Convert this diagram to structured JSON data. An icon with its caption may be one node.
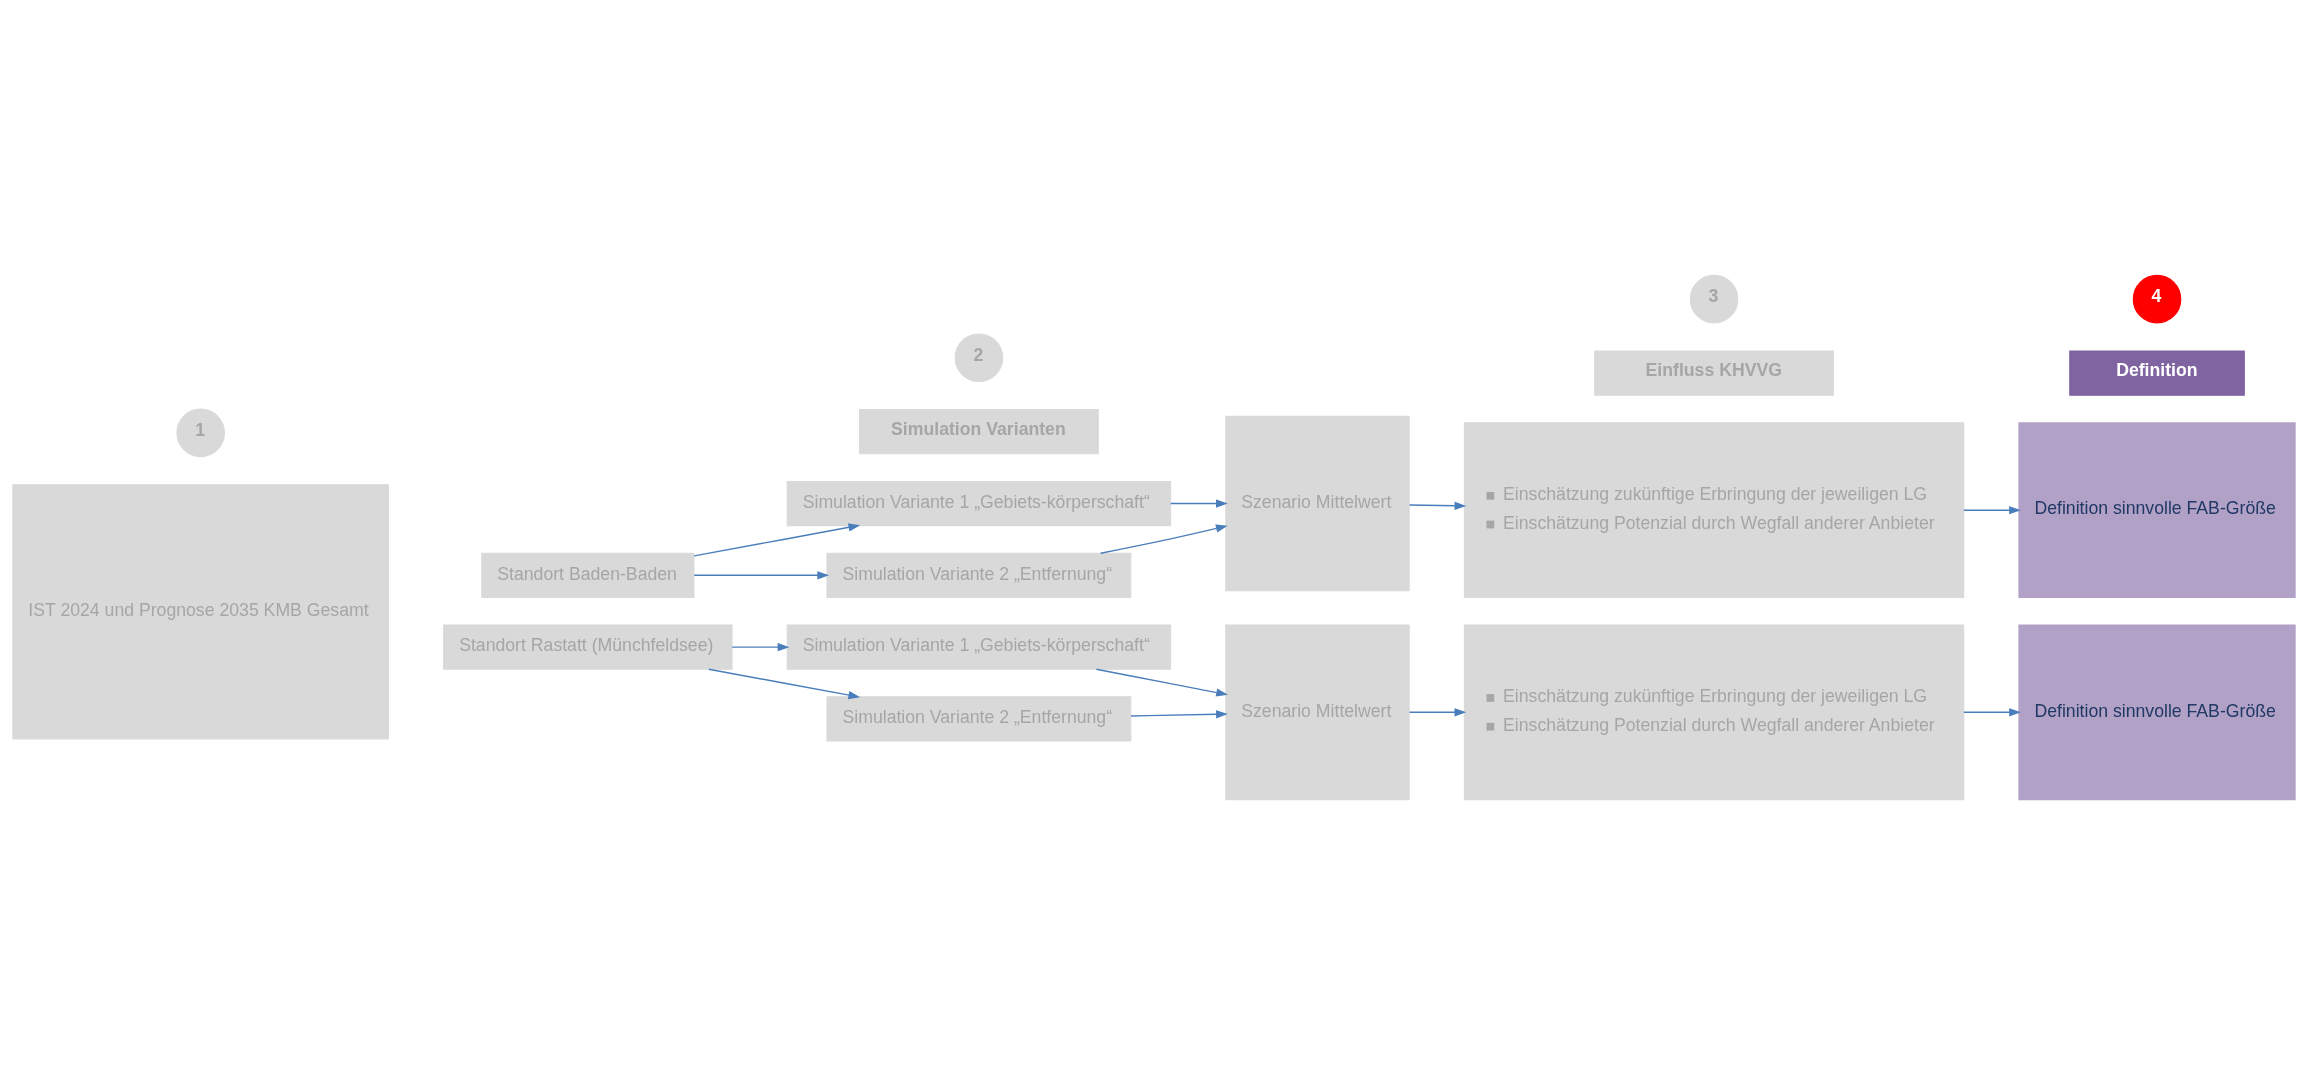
{
  "diagram": {
    "nodes": [
      {
        "text": [
          "1"
        ]
      },
      {
        "text": [
          "IST 2024 und Prognose 2035 KMB Gesamt"
        ]
      },
      {
        "text": [
          "Standort Baden-Baden"
        ]
      },
      {
        "text": [
          "Standort Rastatt (Münchfeldsee)"
        ]
      },
      {
        "text": [
          "2"
        ]
      },
      {
        "text": [
          "Simulation Varianten"
        ]
      },
      {
        "text": [
          "Simulation Variante 1 „Gebiets-körperschaft“"
        ]
      },
      {
        "text": [
          "Simulation Variante 2 „Entfernung“"
        ]
      },
      {
        "text": [
          "Szenario Mittelwert"
        ]
      },
      {
        "text": [
          "Simulation Variante 1 „Gebiets-körperschaft“"
        ]
      },
      {
        "text": [
          "Simulation Variante 2 „Entfernung“"
        ]
      },
      {
        "text": [
          "Szenario Mittelwert"
        ]
      },
      {
        "text": [
          "3"
        ]
      },
      {
        "text": [
          "Einfluss KHVVG"
        ]
      },
      {
        "text": [
          "Einschätzung zukünftige Erbringung der jeweiligen LG",
          "Einschätzung Potenzial durch Wegfall anderer Anbieter"
        ]
      },
      {
        "text": [
          "Einschätzung zukünftige Erbringung der jeweiligen LG",
          "Einschätzung Potenzial durch Wegfall anderer Anbieter"
        ]
      },
      {
        "text": [
          "4"
        ]
      },
      {
        "text": [
          "Definition"
        ]
      },
      {
        "text": [
          "Definition sinnvolle FAB-Größe"
        ]
      },
      {
        "text": [
          "Definition sinnvolle FAB-Größe"
        ]
      }
    ],
    "edges": [
      {
        "from": 2,
        "to": 6,
        "arrow": "to"
      },
      {
        "from": 2,
        "to": 7,
        "arrow": "to"
      },
      {
        "from": 6,
        "to": 8,
        "arrow": "to"
      },
      {
        "from": 7,
        "to": 8,
        "arrow": "to"
      },
      {
        "from": 8,
        "to": 14,
        "arrow": "to"
      },
      {
        "from": 14,
        "to": 18,
        "arrow": "to"
      },
      {
        "from": 3,
        "to": 9,
        "arrow": "to"
      },
      {
        "from": 3,
        "to": 10,
        "arrow": "to"
      },
      {
        "from": 9,
        "to": 11,
        "arrow": "to"
      },
      {
        "from": 10,
        "to": 11,
        "arrow": "to"
      },
      {
        "from": 11,
        "to": 15,
        "arrow": "to"
      },
      {
        "from": 15,
        "to": 19,
        "arrow": "to"
      }
    ]
  }
}
